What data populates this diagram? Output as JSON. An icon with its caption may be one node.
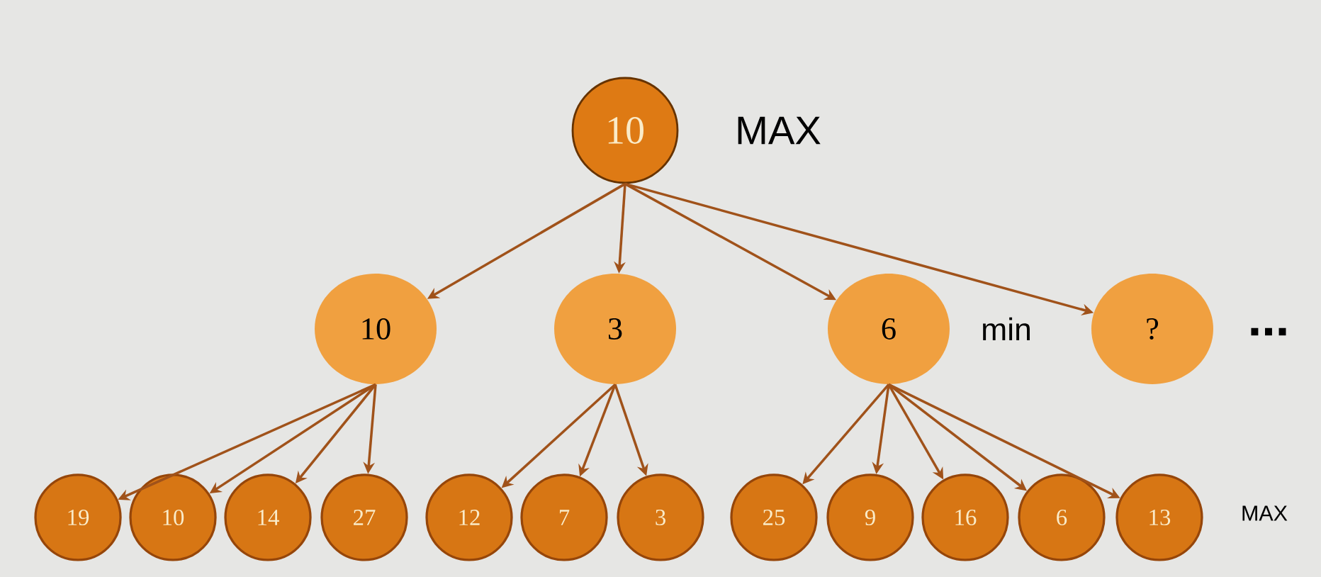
{
  "diagram": {
    "nodes": [
      {
        "text": [
          "10"
        ]
      },
      {
        "text": [
          "10"
        ]
      },
      {
        "text": [
          "3"
        ]
      },
      {
        "text": [
          "6"
        ]
      },
      {
        "text": [
          "?"
        ]
      },
      {
        "text": [
          "19"
        ]
      },
      {
        "text": [
          "10"
        ]
      },
      {
        "text": [
          "14"
        ]
      },
      {
        "text": [
          "27"
        ]
      },
      {
        "text": [
          "12"
        ]
      },
      {
        "text": [
          "7"
        ]
      },
      {
        "text": [
          "3"
        ]
      },
      {
        "text": [
          "25"
        ]
      },
      {
        "text": [
          "9"
        ]
      },
      {
        "text": [
          "16"
        ]
      },
      {
        "text": [
          "6"
        ]
      },
      {
        "text": [
          "13"
        ]
      }
    ],
    "edges": [
      {
        "from": 0,
        "to": 1,
        "arrow": "to"
      },
      {
        "from": 0,
        "to": 2,
        "arrow": "to"
      },
      {
        "from": 0,
        "to": 3,
        "arrow": "to"
      },
      {
        "from": 0,
        "to": 4,
        "arrow": "to"
      },
      {
        "from": 1,
        "to": 5,
        "arrow": "to"
      },
      {
        "from": 1,
        "to": 6,
        "arrow": "to"
      },
      {
        "from": 1,
        "to": 7,
        "arrow": "to"
      },
      {
        "from": 1,
        "to": 8,
        "arrow": "to"
      },
      {
        "from": 2,
        "to": 9,
        "arrow": "to"
      },
      {
        "from": 2,
        "to": 10,
        "arrow": "to"
      },
      {
        "from": 2,
        "to": 11,
        "arrow": "to"
      },
      {
        "from": 3,
        "to": 12,
        "arrow": "to"
      },
      {
        "from": 3,
        "to": 13,
        "arrow": "to"
      },
      {
        "from": 3,
        "to": 14,
        "arrow": "to"
      },
      {
        "from": 3,
        "to": 15,
        "arrow": "to"
      },
      {
        "from": 3,
        "to": 16,
        "arrow": "to"
      }
    ],
    "labels": [
      "MAX",
      "min",
      "...",
      "MAX"
    ]
  }
}
